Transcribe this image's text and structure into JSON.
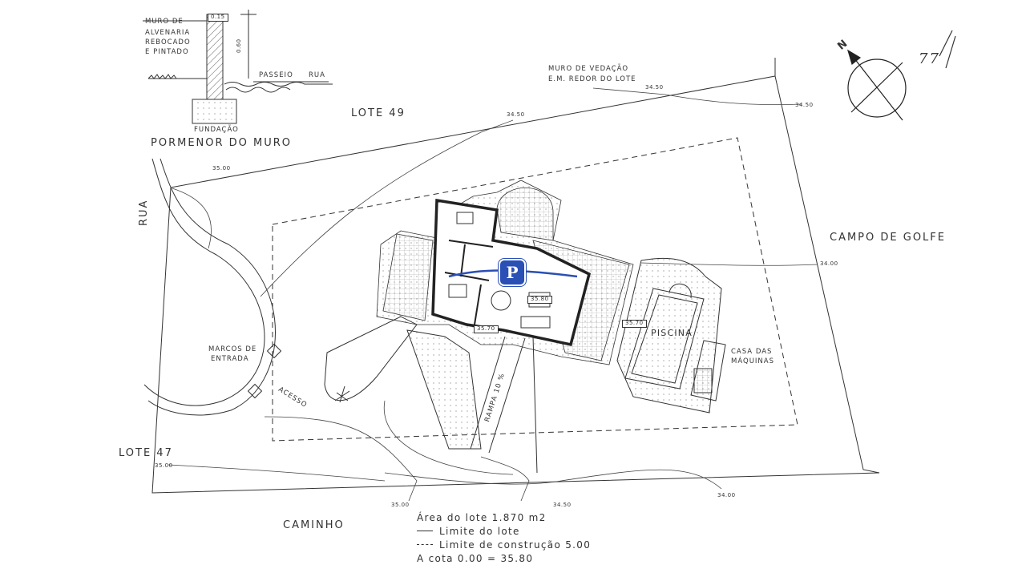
{
  "drawing": {
    "detail_title": "PORMENOR DO MURO",
    "detail_labels": {
      "wall": [
        "MURO DE",
        "ALVENARIA",
        "REBOCADO",
        "E PINTADO"
      ],
      "thickness": "0.15",
      "height": "0.60",
      "sidewalk": "PASSEIO",
      "street": "RUA",
      "foundation": "FUNDAÇÃO"
    },
    "neighbors": {
      "lote49": "LOTE 49",
      "lote47": "LOTE 47",
      "rua": "RUA",
      "campo": "CAMPO DE GOLFE",
      "caminho": "CAMINHO"
    },
    "annotations": {
      "muro_vedacao": [
        "MURO DE VEDAÇÃO",
        "E.M. REDOR DO LOTE"
      ],
      "marcos": [
        "MARCOS DE",
        "ENTRADA"
      ],
      "acesso": "ACESSO",
      "rampa": "RAMPA 10 %",
      "piscina": "PISCINA",
      "casa_maquinas": [
        "CASA DAS",
        "MÁQUINAS"
      ]
    },
    "elevations": {
      "e1": "34.50",
      "e2": "34.50",
      "e3": "34.50",
      "e4": "35.00",
      "e5": "34.00",
      "e6": "35.00",
      "e7": "35.00",
      "e8": "34.50",
      "e9": "34.00",
      "house1": "35.80",
      "house2": "35.70",
      "house3": "35.70"
    },
    "north_label": "N",
    "sheet_mark": "77",
    "logo_letter": "P",
    "colors": {
      "ink": "#333333",
      "logo": "#2a4fb5"
    }
  },
  "legend": {
    "area": "Área do lote   1.870 m2",
    "limite_lote": "Limite do lote",
    "limite_construcao": "Limite de construção 5.00",
    "cota": "A cota  0.00 = 35.80"
  }
}
